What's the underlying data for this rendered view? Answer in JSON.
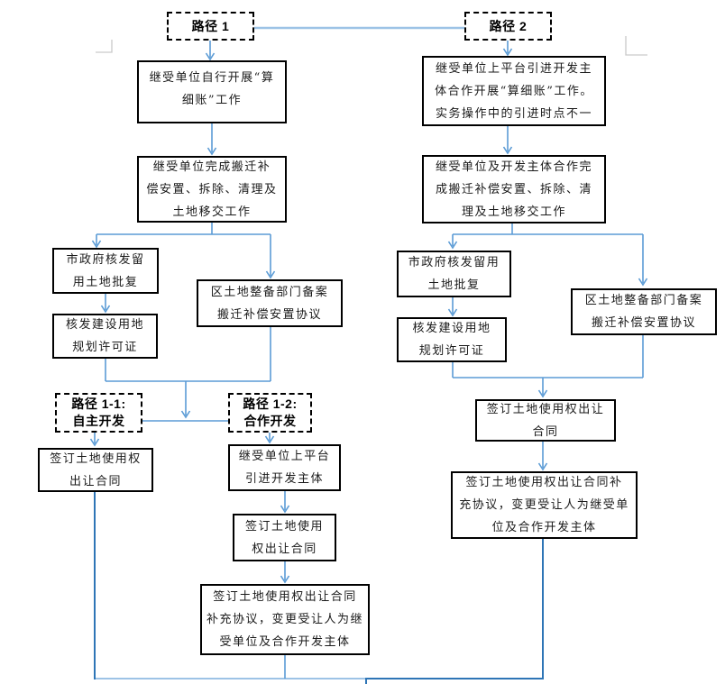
{
  "flowchart": {
    "colors": {
      "connector_medium": "#5B9BD5",
      "connector_light": "#9DC3E6",
      "connector_dark": "#2E75B6",
      "box_border": "#000000",
      "box_fill": "#FFFFFF"
    },
    "nodes": {
      "path1_label": "路径 1",
      "path2_label": "路径 2",
      "p1_self_accounting": "继受单位自行开展“算\n细账”工作",
      "p1_relocation_done": "继受单位完成搬迁补\n偿安置、拆除、清理及\n土地移交工作",
      "p1_city_land_approval": "市政府核发留\n用土地批复",
      "p1_district_filing": "区土地整备部门备案\n搬迁补偿安置协议",
      "p1_planning_permit": "核发建设用地\n规划许可证",
      "path11_label": "路径 1-1:\n自主开发",
      "path12_label": "路径 1-2:\n合作开发",
      "p11_land_contract": "签订土地使用权\n出让合同",
      "p12_platform_developer": "继受单位上平台\n引进开发主体",
      "p12_land_contract": "签订土地使用\n权出让合同",
      "p12_supplement_agreement": "签订土地使用权出让合同\n补充协议，变更受让人为继\n受单位及合作开发主体",
      "p2_platform_accounting": "继受单位上平台引进开发主\n体合作开展“算细账”工作。\n实务操作中的引进时点不一",
      "p2_relocation_done": "继受单位及开发主体合作完\n成搬迁补偿安置、拆除、清\n理及土地移交工作",
      "p2_city_land_approval": "市政府核发留用\n土地批复",
      "p2_district_filing": "区土地整备部门备案\n搬迁补偿安置协议",
      "p2_planning_permit": "核发建设用地\n规划许可证",
      "p2_land_contract": "签订土地使用权出让\n合同",
      "p2_supplement_agreement": "签订土地使用权出让合同补\n充协议，变更受让人为继受单\n位及合作开发主体"
    }
  }
}
